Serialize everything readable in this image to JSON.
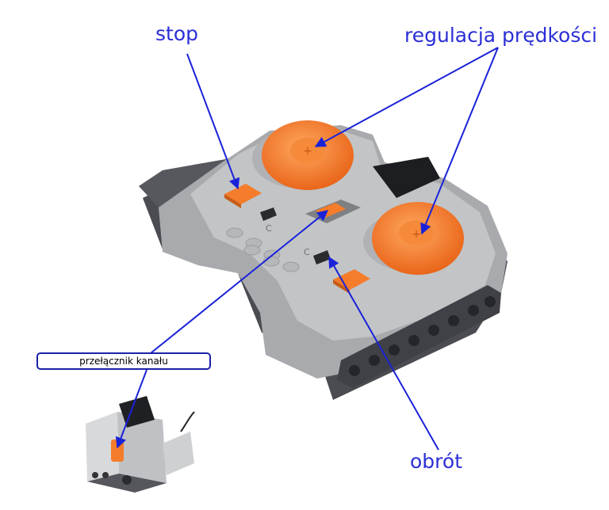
{
  "labels": {
    "stop": "stop",
    "speed_control": "regulacja prędkości",
    "channel_switch": "przełącznik kanału",
    "rotation": "obrót"
  },
  "colors": {
    "arrow": "#1a22d8",
    "label_text": "#2b2fd6",
    "body_gray": "#a9abae",
    "body_light": "#c4c6c8",
    "dark_gray": "#4b4d52",
    "orange": "#f47c2a"
  }
}
